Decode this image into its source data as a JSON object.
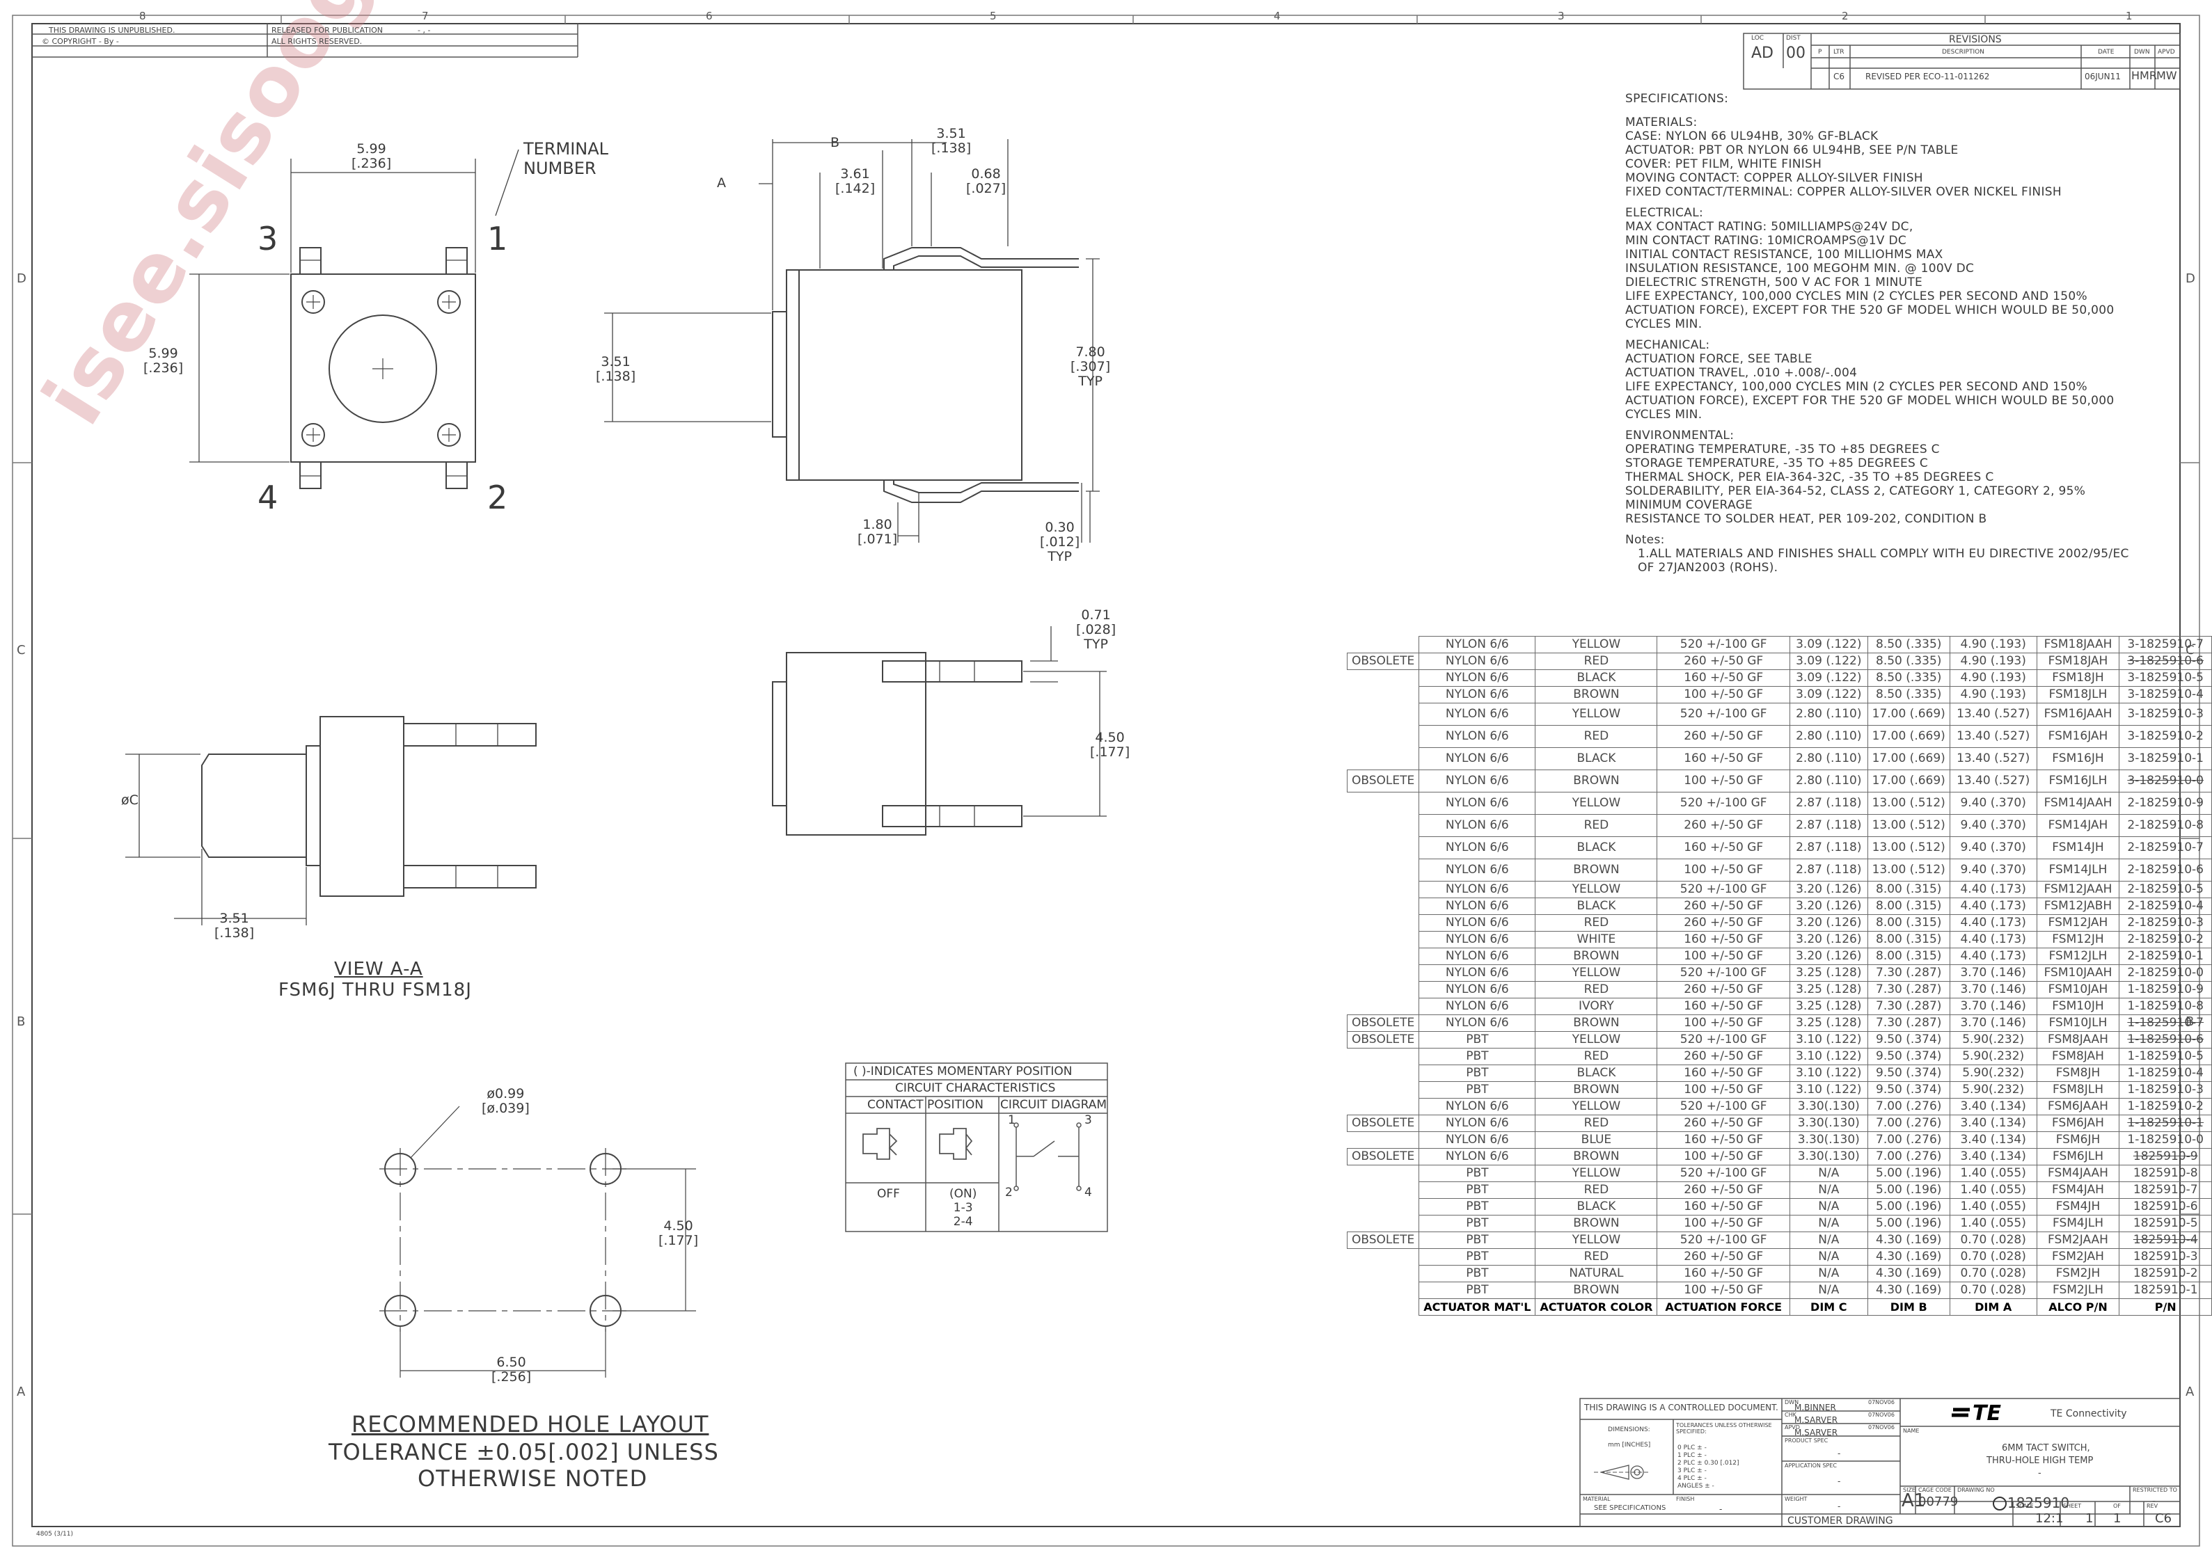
{
  "border": {
    "zones_top": [
      "8",
      "7",
      "6",
      "5",
      "4",
      "3",
      "2",
      "1"
    ],
    "zones_side": [
      "D",
      "C",
      "B",
      "A"
    ]
  },
  "header": {
    "unpublished": "THIS DRAWING IS UNPUBLISHED.",
    "released": "RELEASED FOR PUBLICATION",
    "released_value": "- , -",
    "copyright": "© COPYRIGHT  -  By -",
    "rights": "ALL RIGHTS RESERVED."
  },
  "revisions": {
    "loc_label": "LOC",
    "loc": "AD",
    "dist_label": "DIST",
    "dist": "00",
    "title": "REVISIONS",
    "p_label": "P",
    "ltr_label": "LTR",
    "desc_label": "DESCRIPTION",
    "date_label": "DATE",
    "dwn_label": "DWN",
    "apvd_label": "APVD",
    "ltr": "C6",
    "desc": "REVISED PER ECO-11-011262",
    "date": "06JUN11",
    "dwn": "HMR",
    "apvd": "MW"
  },
  "watermark": "isee.sisoog.com",
  "top_view": {
    "width_dim": "5.99",
    "width_dim_in": "[.236]",
    "height_dim": "5.99",
    "height_dim_in": "[.236]",
    "terminal_label_1": "TERMINAL",
    "terminal_label_2": "NUMBER",
    "pin1": "1",
    "pin2": "2",
    "pin3": "3",
    "pin4": "4"
  },
  "side_view": {
    "dim_b": "B",
    "dim_a": "A",
    "d351": "3.51",
    "d351_in": "[.138]",
    "d361": "3.61",
    "d361_in": "[.142]",
    "d068": "0.68",
    "d068_in": "[.027]",
    "d351v": "3.51",
    "d351v_in": "[.138]",
    "d780": "7.80",
    "d780_in": "[.307]",
    "typ1": "TYP",
    "d180": "1.80",
    "d180_in": "[.071]",
    "d030": "0.30",
    "d030_in": "[.012]",
    "typ2": "TYP"
  },
  "end_view": {
    "d071": "0.71",
    "d071_in": "[.028]",
    "typ": "TYP",
    "d450": "4.50",
    "d450_in": "[.177]"
  },
  "section_view": {
    "dia_c": "øC",
    "d351": "3.51",
    "d351_in": "[.138]",
    "title": "VIEW  A-A",
    "subtitle": "FSM6J THRU FSM18J"
  },
  "hole_layout": {
    "dia": "ø0.99",
    "dia_in": "[ø.039]",
    "d450": "4.50",
    "d450_in": "[.177]",
    "d650": "6.50",
    "d650_in": "[.256]",
    "title": "RECOMMENDED HOLE LAYOUT",
    "line2": "TOLERANCE ±0.05[.002] UNLESS",
    "line3": "OTHERWISE NOTED"
  },
  "circuit": {
    "momentary": "( )-INDICATES MOMENTARY POSITION",
    "characteristics": "CIRCUIT CHARACTERISTICS",
    "contact_position": "CONTACT POSITION",
    "circuit_diagram": "CIRCUIT DIAGRAM",
    "off": "OFF",
    "on": "(ON)",
    "on_13": "1-3",
    "on_24": "2-4",
    "p1": "1",
    "p2": "2",
    "p3": "3",
    "p4": "4"
  },
  "specifications": {
    "title": "SPECIFICATIONS:",
    "materials": [
      "MATERIALS:",
      "CASE: NYLON 66 UL94HB, 30% GF-BLACK",
      "ACTUATOR: PBT OR NYLON 66  UL94HB, SEE P/N TABLE",
      "COVER: PET FILM, WHITE FINISH",
      "MOVING CONTACT: COPPER ALLOY-SILVER FINISH",
      "FIXED CONTACT/TERMINAL: COPPER ALLOY-SILVER OVER NICKEL FINISH"
    ],
    "electrical": [
      "ELECTRICAL:",
      "MAX CONTACT RATING: 50MILLIAMPS@24V DC,",
      "MIN CONTACT RATING: 10MICROAMPS@1V DC",
      "INITIAL CONTACT RESISTANCE, 100 MILLIOHMS MAX",
      "INSULATION RESISTANCE, 100 MEGOHM MIN. @ 100V DC",
      "DIELECTRIC STRENGTH, 500 V AC FOR 1 MINUTE",
      "LIFE EXPECTANCY, 100,000 CYCLES MIN (2 CYCLES PER SECOND AND 150%",
      "ACTUATION FORCE), EXCEPT FOR THE 520 GF MODEL WHICH WOULD BE 50,000",
      "CYCLES MIN."
    ],
    "mechanical": [
      "MECHANICAL:",
      "ACTUATION FORCE, SEE TABLE",
      "ACTUATION TRAVEL, .010 +.008/-.004",
      "LIFE EXPECTANCY, 100,000 CYCLES MIN (2 CYCLES PER SECOND AND 150%",
      "ACTUATION FORCE), EXCEPT FOR THE 520 GF MODEL WHICH WOULD BE 50,000",
      "CYCLES MIN."
    ],
    "environmental": [
      "ENVIRONMENTAL:",
      "OPERATING TEMPERATURE, -35 TO +85 DEGREES C",
      "STORAGE TEMPERATURE, -35 TO +85 DEGREES C",
      "THERMAL SHOCK, PER EIA-364-32C, -35 TO +85 DEGREES C",
      "SOLDERABILITY, PER EIA-364-52, CLASS 2, CATEGORY 1, CATEGORY 2, 95%",
      "MINIMUM COVERAGE",
      "RESISTANCE TO SOLDER HEAT, PER 109-202, CONDITION B"
    ],
    "notes_title": "Notes:",
    "notes": [
      "1.ALL MATERIALS AND FINISHES SHALL COMPLY WITH EU DIRECTIVE 2002/95/EC",
      "  OF 27JAN2003 (ROHS)."
    ]
  },
  "parts_table": {
    "headers": [
      "ACTUATOR MAT'L",
      "ACTUATOR COLOR",
      "ACTUATION FORCE",
      "DIM C",
      "DIM B",
      "DIM A",
      "ALCO P/N",
      "P/N"
    ],
    "rows": [
      {
        "obs": "",
        "mat": "NYLON 6/6",
        "color": "YELLOW",
        "force": "520 +/-100 GF",
        "c": "3.09 (.122)",
        "b": "8.50 (.335)",
        "a": "4.90 (.193)",
        "alco": "FSM18JAAH",
        "pn": "3-1825910-7",
        "strike": false,
        "tall": false
      },
      {
        "obs": "OBSOLETE",
        "mat": "NYLON 6/6",
        "color": "RED",
        "force": "260 +/-50 GF",
        "c": "3.09 (.122)",
        "b": "8.50 (.335)",
        "a": "4.90 (.193)",
        "alco": "FSM18JAH",
        "pn": "3-1825910-6",
        "strike": true,
        "tall": false
      },
      {
        "obs": "",
        "mat": "NYLON 6/6",
        "color": "BLACK",
        "force": "160 +/-50 GF",
        "c": "3.09 (.122)",
        "b": "8.50 (.335)",
        "a": "4.90 (.193)",
        "alco": "FSM18JH",
        "pn": "3-1825910-5",
        "strike": false,
        "tall": false
      },
      {
        "obs": "",
        "mat": "NYLON 6/6",
        "color": "BROWN",
        "force": "100 +/-50 GF",
        "c": "3.09 (.122)",
        "b": "8.50 (.335)",
        "a": "4.90 (.193)",
        "alco": "FSM18JLH",
        "pn": "3-1825910-4",
        "strike": false,
        "tall": false
      },
      {
        "obs": "",
        "mat": "NYLON 6/6",
        "color": "YELLOW",
        "force": "520 +/-100 GF",
        "c": "2.80 (.110)",
        "b": "17.00 (.669)",
        "a": "13.40 (.527)",
        "alco": "FSM16JAAH",
        "pn": "3-1825910-3",
        "strike": false,
        "tall": true
      },
      {
        "obs": "",
        "mat": "NYLON 6/6",
        "color": "RED",
        "force": "260 +/-50 GF",
        "c": "2.80 (.110)",
        "b": "17.00 (.669)",
        "a": "13.40 (.527)",
        "alco": "FSM16JAH",
        "pn": "3-1825910-2",
        "strike": false,
        "tall": true
      },
      {
        "obs": "",
        "mat": "NYLON 6/6",
        "color": "BLACK",
        "force": "160 +/-50 GF",
        "c": "2.80 (.110)",
        "b": "17.00 (.669)",
        "a": "13.40 (.527)",
        "alco": "FSM16JH",
        "pn": "3-1825910-1",
        "strike": false,
        "tall": true
      },
      {
        "obs": "OBSOLETE",
        "mat": "NYLON 6/6",
        "color": "BROWN",
        "force": "100 +/-50 GF",
        "c": "2.80 (.110)",
        "b": "17.00 (.669)",
        "a": "13.40 (.527)",
        "alco": "FSM16JLH",
        "pn": "3-1825910-0",
        "strike": true,
        "tall": true
      },
      {
        "obs": "",
        "mat": "NYLON 6/6",
        "color": "YELLOW",
        "force": "520 +/-100 GF",
        "c": "2.87 (.118)",
        "b": "13.00 (.512)",
        "a": "9.40 (.370)",
        "alco": "FSM14JAAH",
        "pn": "2-1825910-9",
        "strike": false,
        "tall": true
      },
      {
        "obs": "",
        "mat": "NYLON 6/6",
        "color": "RED",
        "force": "260 +/-50 GF",
        "c": "2.87 (.118)",
        "b": "13.00 (.512)",
        "a": "9.40 (.370)",
        "alco": "FSM14JAH",
        "pn": "2-1825910-8",
        "strike": false,
        "tall": true
      },
      {
        "obs": "",
        "mat": "NYLON 6/6",
        "color": "BLACK",
        "force": "160 +/-50 GF",
        "c": "2.87 (.118)",
        "b": "13.00 (.512)",
        "a": "9.40 (.370)",
        "alco": "FSM14JH",
        "pn": "2-1825910-7",
        "strike": false,
        "tall": true
      },
      {
        "obs": "",
        "mat": "NYLON 6/6",
        "color": "BROWN",
        "force": "100 +/-50 GF",
        "c": "2.87 (.118)",
        "b": "13.00 (.512)",
        "a": "9.40 (.370)",
        "alco": "FSM14JLH",
        "pn": "2-1825910-6",
        "strike": false,
        "tall": true
      },
      {
        "obs": "",
        "mat": "NYLON 6/6",
        "color": "YELLOW",
        "force": "520 +/-100 GF",
        "c": "3.20 (.126)",
        "b": "8.00 (.315)",
        "a": "4.40 (.173)",
        "alco": "FSM12JAAH",
        "pn": "2-1825910-5",
        "strike": false,
        "tall": false
      },
      {
        "obs": "",
        "mat": "NYLON 6/6",
        "color": "BLACK",
        "force": "260 +/-50 GF",
        "c": "3.20 (.126)",
        "b": "8.00 (.315)",
        "a": "4.40 (.173)",
        "alco": "FSM12JABH",
        "pn": "2-1825910-4",
        "strike": false,
        "tall": false
      },
      {
        "obs": "",
        "mat": "NYLON 6/6",
        "color": "RED",
        "force": "260 +/-50 GF",
        "c": "3.20 (.126)",
        "b": "8.00 (.315)",
        "a": "4.40 (.173)",
        "alco": "FSM12JAH",
        "pn": "2-1825910-3",
        "strike": false,
        "tall": false
      },
      {
        "obs": "",
        "mat": "NYLON 6/6",
        "color": "WHITE",
        "force": "160 +/-50 GF",
        "c": "3.20 (.126)",
        "b": "8.00 (.315)",
        "a": "4.40 (.173)",
        "alco": "FSM12JH",
        "pn": "2-1825910-2",
        "strike": false,
        "tall": false
      },
      {
        "obs": "",
        "mat": "NYLON 6/6",
        "color": "BROWN",
        "force": "100 +/-50 GF",
        "c": "3.20 (.126)",
        "b": "8.00 (.315)",
        "a": "4.40 (.173)",
        "alco": "FSM12JLH",
        "pn": "2-1825910-1",
        "strike": false,
        "tall": false
      },
      {
        "obs": "",
        "mat": "NYLON 6/6",
        "color": "YELLOW",
        "force": "520 +/-100 GF",
        "c": "3.25 (.128)",
        "b": "7.30 (.287)",
        "a": "3.70 (.146)",
        "alco": "FSM10JAAH",
        "pn": "2-1825910-0",
        "strike": false,
        "tall": false
      },
      {
        "obs": "",
        "mat": "NYLON 6/6",
        "color": "RED",
        "force": "260 +/-50 GF",
        "c": "3.25 (.128)",
        "b": "7.30 (.287)",
        "a": "3.70 (.146)",
        "alco": "FSM10JAH",
        "pn": "1-1825910-9",
        "strike": false,
        "tall": false
      },
      {
        "obs": "",
        "mat": "NYLON 6/6",
        "color": "IVORY",
        "force": "160 +/-50 GF",
        "c": "3.25 (.128)",
        "b": "7.30 (.287)",
        "a": "3.70 (.146)",
        "alco": "FSM10JH",
        "pn": "1-1825910-8",
        "strike": false,
        "tall": false
      },
      {
        "obs": "OBSOLETE",
        "mat": "NYLON 6/6",
        "color": "BROWN",
        "force": "100 +/-50 GF",
        "c": "3.25 (.128)",
        "b": "7.30 (.287)",
        "a": "3.70 (.146)",
        "alco": "FSM10JLH",
        "pn": "1-1825910-7",
        "strike": true,
        "tall": false
      },
      {
        "obs": "OBSOLETE",
        "mat": "PBT",
        "color": "YELLOW",
        "force": "520 +/-100 GF",
        "c": "3.10 (.122)",
        "b": "9.50 (.374)",
        "a": "5.90(.232)",
        "alco": "FSM8JAAH",
        "pn": "1-1825910-6",
        "strike": true,
        "tall": false
      },
      {
        "obs": "",
        "mat": "PBT",
        "color": "RED",
        "force": "260 +/-50 GF",
        "c": "3.10 (.122)",
        "b": "9.50 (.374)",
        "a": "5.90(.232)",
        "alco": "FSM8JAH",
        "pn": "1-1825910-5",
        "strike": false,
        "tall": false
      },
      {
        "obs": "",
        "mat": "PBT",
        "color": "BLACK",
        "force": "160 +/-50 GF",
        "c": "3.10 (.122)",
        "b": "9.50 (.374)",
        "a": "5.90(.232)",
        "alco": "FSM8JH",
        "pn": "1-1825910-4",
        "strike": false,
        "tall": false
      },
      {
        "obs": "",
        "mat": "PBT",
        "color": "BROWN",
        "force": "100 +/-50 GF",
        "c": "3.10 (.122)",
        "b": "9.50 (.374)",
        "a": "5.90(.232)",
        "alco": "FSM8JLH",
        "pn": "1-1825910-3",
        "strike": false,
        "tall": false
      },
      {
        "obs": "",
        "mat": "NYLON 6/6",
        "color": "YELLOW",
        "force": "520 +/-100 GF",
        "c": "3.30(.130)",
        "b": "7.00 (.276)",
        "a": "3.40 (.134)",
        "alco": "FSM6JAAH",
        "pn": "1-1825910-2",
        "strike": false,
        "tall": false
      },
      {
        "obs": "OBSOLETE",
        "mat": "NYLON 6/6",
        "color": "RED",
        "force": "260 +/-50 GF",
        "c": "3.30(.130)",
        "b": "7.00 (.276)",
        "a": "3.40 (.134)",
        "alco": "FSM6JAH",
        "pn": "1-1825910-1",
        "strike": true,
        "tall": false
      },
      {
        "obs": "",
        "mat": "NYLON 6/6",
        "color": "BLUE",
        "force": "160 +/-50 GF",
        "c": "3.30(.130)",
        "b": "7.00 (.276)",
        "a": "3.40 (.134)",
        "alco": "FSM6JH",
        "pn": "1-1825910-0",
        "strike": false,
        "tall": false
      },
      {
        "obs": "OBSOLETE",
        "mat": "NYLON 6/6",
        "color": "BROWN",
        "force": "100 +/-50 GF",
        "c": "3.30(.130)",
        "b": "7.00 (.276)",
        "a": "3.40 (.134)",
        "alco": "FSM6JLH",
        "pn": "1825910-9",
        "strike": true,
        "tall": false
      },
      {
        "obs": "",
        "mat": "PBT",
        "color": "YELLOW",
        "force": "520 +/-100 GF",
        "c": "N/A",
        "b": "5.00 (.196)",
        "a": "1.40 (.055)",
        "alco": "FSM4JAAH",
        "pn": "1825910-8",
        "strike": false,
        "tall": false
      },
      {
        "obs": "",
        "mat": "PBT",
        "color": "RED",
        "force": "260 +/-50 GF",
        "c": "N/A",
        "b": "5.00 (.196)",
        "a": "1.40 (.055)",
        "alco": "FSM4JAH",
        "pn": "1825910-7",
        "strike": false,
        "tall": false
      },
      {
        "obs": "",
        "mat": "PBT",
        "color": "BLACK",
        "force": "160 +/-50 GF",
        "c": "N/A",
        "b": "5.00 (.196)",
        "a": "1.40 (.055)",
        "alco": "FSM4JH",
        "pn": "1825910-6",
        "strike": false,
        "tall": false
      },
      {
        "obs": "",
        "mat": "PBT",
        "color": "BROWN",
        "force": "100 +/-50 GF",
        "c": "N/A",
        "b": "5.00 (.196)",
        "a": "1.40 (.055)",
        "alco": "FSM4JLH",
        "pn": "1825910-5",
        "strike": false,
        "tall": false
      },
      {
        "obs": "OBSOLETE",
        "mat": "PBT",
        "color": "YELLOW",
        "force": "520 +/-100 GF",
        "c": "N/A",
        "b": "4.30 (.169)",
        "a": "0.70 (.028)",
        "alco": "FSM2JAAH",
        "pn": "1825910-4",
        "strike": true,
        "tall": false
      },
      {
        "obs": "",
        "mat": "PBT",
        "color": "RED",
        "force": "260 +/-50 GF",
        "c": "N/A",
        "b": "4.30 (.169)",
        "a": "0.70 (.028)",
        "alco": "FSM2JAH",
        "pn": "1825910-3",
        "strike": false,
        "tall": false
      },
      {
        "obs": "",
        "mat": "PBT",
        "color": "NATURAL",
        "force": "160 +/-50 GF",
        "c": "N/A",
        "b": "4.30 (.169)",
        "a": "0.70 (.028)",
        "alco": "FSM2JH",
        "pn": "1825910-2",
        "strike": false,
        "tall": false
      },
      {
        "obs": "",
        "mat": "PBT",
        "color": "BROWN",
        "force": "100 +/-50 GF",
        "c": "N/A",
        "b": "4.30 (.169)",
        "a": "0.70 (.028)",
        "alco": "FSM2JLH",
        "pn": "1825910-1",
        "strike": false,
        "tall": false
      }
    ]
  },
  "title_block": {
    "controlled": "THIS DRAWING IS A CONTROLLED DOCUMENT.",
    "dwn_label": "DWN",
    "dwn": "M.BINNER",
    "dwn_date": "07NOV06",
    "chk_label": "CHK",
    "chk": "M.SARVER",
    "chk_date": "07NOV06",
    "apvd_label": "APVD",
    "apvd": "M.SARVER",
    "apvd_date": "07NOV06",
    "dimensions": "DIMENSIONS:",
    "dim_units": "mm [INCHES]",
    "tolerances": "TOLERANCES UNLESS OTHERWISE SPECIFIED:",
    "tol_lines": [
      "0 PLC   ± -",
      "1 PLC   ± -",
      "2 PLC   ± 0.30 [.012]",
      "3 PLC   ± -",
      "4 PLC   ± -",
      "ANGLES   ± -"
    ],
    "product_spec": "PRODUCT SPEC",
    "product_spec_val": "-",
    "application_spec": "APPLICATION SPEC",
    "application_spec_val": "-",
    "weight": "WEIGHT",
    "weight_val": "-",
    "material_label": "MATERIAL",
    "material": "SEE SPECIFICATIONS",
    "finish_label": "FINISH",
    "finish": "-",
    "customer": "CUSTOMER DRAWING",
    "company": "TE Connectivity",
    "logo": "TE",
    "name_label": "NAME",
    "name_1": "6MM TACT SWITCH,",
    "name_2": "THRU-HOLE HIGH TEMP",
    "name_3": "-",
    "size_label": "SIZE",
    "size": "A1",
    "cage_label": "CAGE CODE",
    "cage": "00779",
    "dwgno_label": "DRAWING NO",
    "dwgno": "1825910",
    "restricted_label": "RESTRICTED TO",
    "restricted": "-",
    "scale_label": "SCALE",
    "scale": "12:1",
    "sheet_label": "SHEET",
    "sheet": "1",
    "of": "OF",
    "of_val": "1",
    "rev_label": "REV",
    "rev": "C6"
  },
  "form_no": "4805 (3/11)"
}
